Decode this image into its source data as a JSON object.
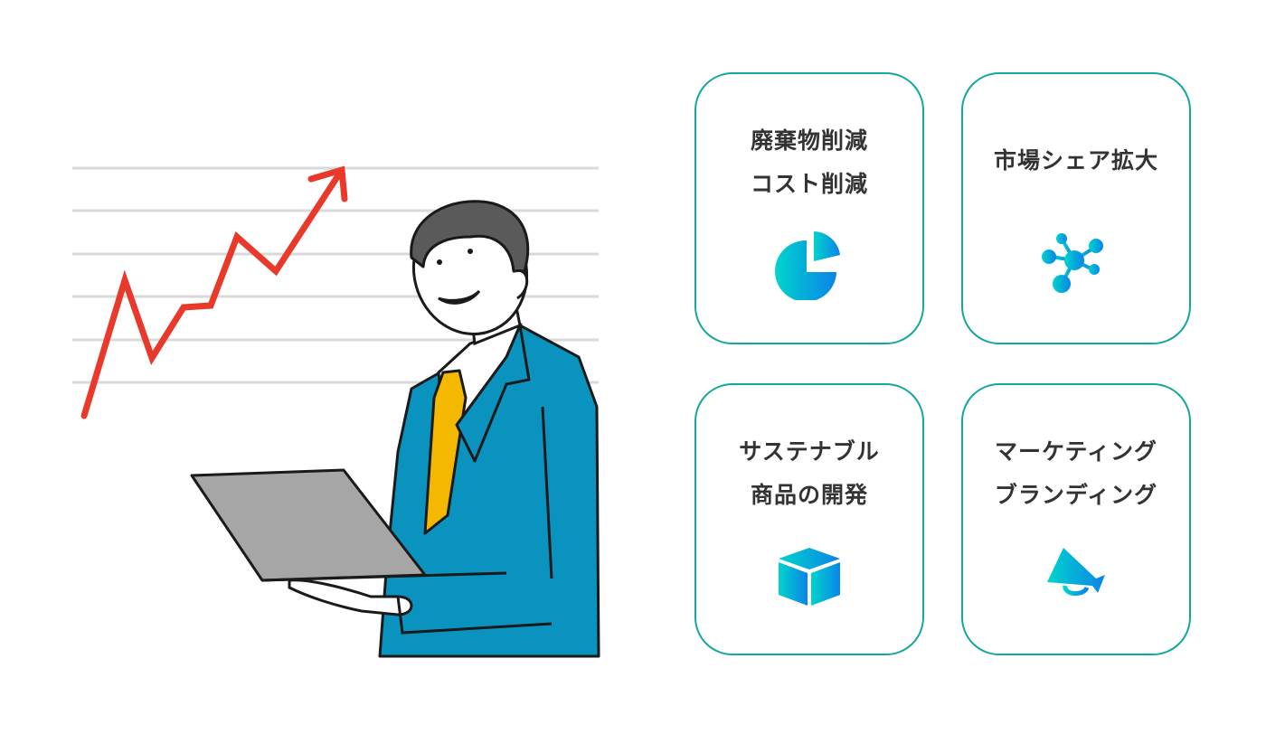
{
  "colors": {
    "card_border": "#14a79b",
    "title_text": "#333333",
    "icon_gradient_start": "#00d4cc",
    "icon_gradient_end": "#0a84e8",
    "chart_line": "#e8392b",
    "grid_line": "#d9d9d9",
    "suit": "#0a93be",
    "tie": "#f5b800",
    "hair": "#5a5a5a",
    "laptop": "#a6a6a6"
  },
  "illustration": {
    "description": "businessman-holding-laptop-with-rising-chart",
    "icon": "rising-arrow-chart"
  },
  "cards": [
    {
      "lines": [
        "廃棄物削減",
        "コスト削減"
      ],
      "icon": "pie-chart-icon"
    },
    {
      "lines": [
        "市場シェア拡大"
      ],
      "icon": "network-nodes-icon"
    },
    {
      "lines": [
        "サステナブル",
        "商品の開発"
      ],
      "icon": "cube-icon"
    },
    {
      "lines": [
        "マーケティング",
        "ブランディング"
      ],
      "icon": "megaphone-icon"
    }
  ]
}
